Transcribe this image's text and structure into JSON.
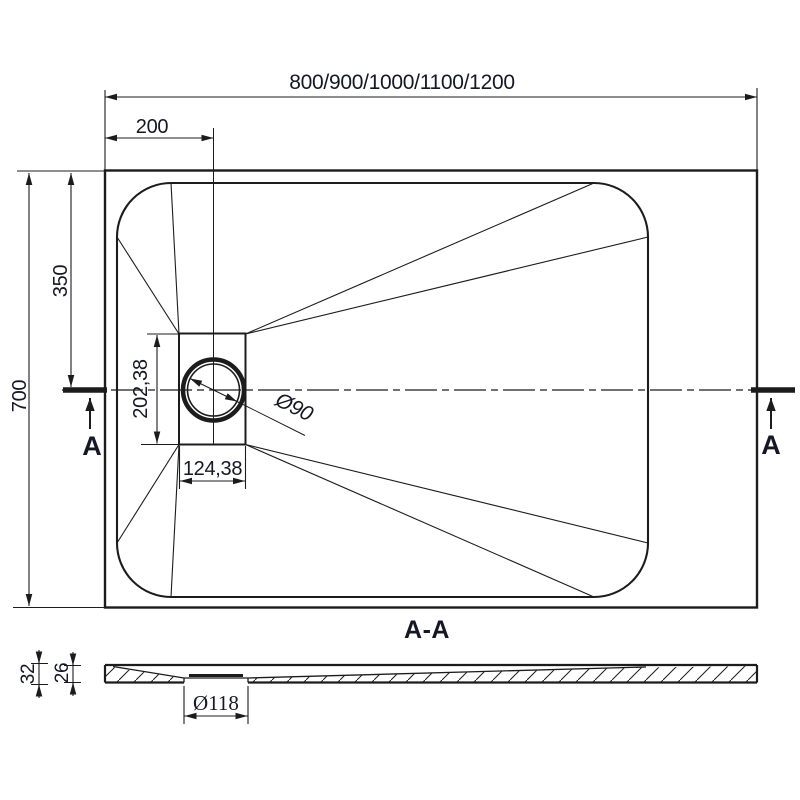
{
  "top_view": {
    "overall_width_label": "800/900/1000/1100/1200",
    "drain_offset_x_label": "200",
    "overall_depth_label": "700",
    "drain_offset_y_label": "350",
    "drain_box_height_label": "202,38",
    "drain_box_width_label": "124,38",
    "drain_diameter_label": "Ø90",
    "section_marker_left": "A",
    "section_marker_right": "A"
  },
  "section_view": {
    "title": "A-A",
    "edge_height_label": "32",
    "inner_depth_label": "26",
    "drain_hole_label": "Ø118"
  },
  "colors": {
    "line": "#1c1c1c",
    "text": "#141824",
    "background": "#ffffff"
  }
}
